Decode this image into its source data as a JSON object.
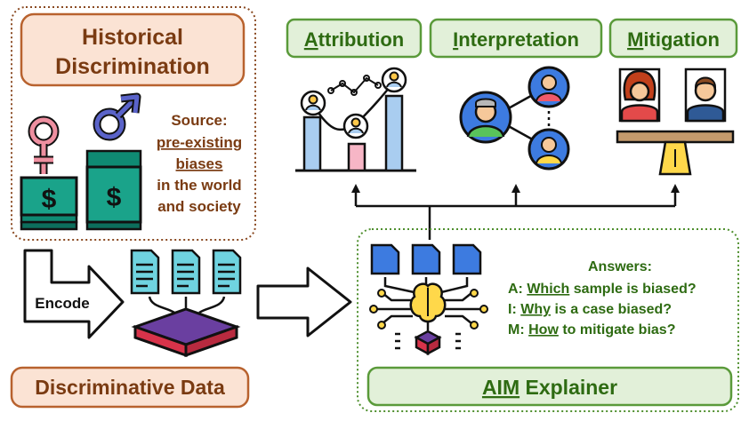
{
  "historical": {
    "title_line1": "Historical",
    "title_line2": "Discrimination",
    "source_label": "Source:",
    "source_line1": "pre-existing",
    "source_line2": "biases",
    "source_line3": "in the world",
    "source_line4": "and society"
  },
  "encode_label": "Encode",
  "discriminative_label": "Discriminative Data",
  "aim": {
    "attribution_first": "A",
    "attribution_rest": "ttribution",
    "interpretation_first": "I",
    "interpretation_rest": "nterpretation",
    "mitigation_first": "M",
    "mitigation_rest": "itigation",
    "explainer_first": "AIM",
    "explainer_rest": " Explainer"
  },
  "answers": {
    "title": "Answers:",
    "a_prefix": "A: ",
    "a_key": "Which",
    "a_rest": " sample is biased?",
    "i_prefix": "I: ",
    "i_key": "Why",
    "i_rest": " is a case biased?",
    "m_prefix": "M: ",
    "m_key": "How",
    "m_rest": " to mitigate bias?"
  },
  "colors": {
    "brown_text": "#7a3b12",
    "orange_fill": "#fbe3d4",
    "orange_border": "#b8622e",
    "green_text": "#2e6b12",
    "green_fill": "#e2f0d9",
    "green_border": "#5a9a3a",
    "teal": "#1aa38a",
    "bar_blue": "#a9cdf0",
    "bar_pink": "#f7b6c6",
    "doc_blue": "#3d7be0",
    "doc_teal": "#6fd3e0",
    "box_red": "#d8334a",
    "box_purple": "#6a3fa0"
  }
}
